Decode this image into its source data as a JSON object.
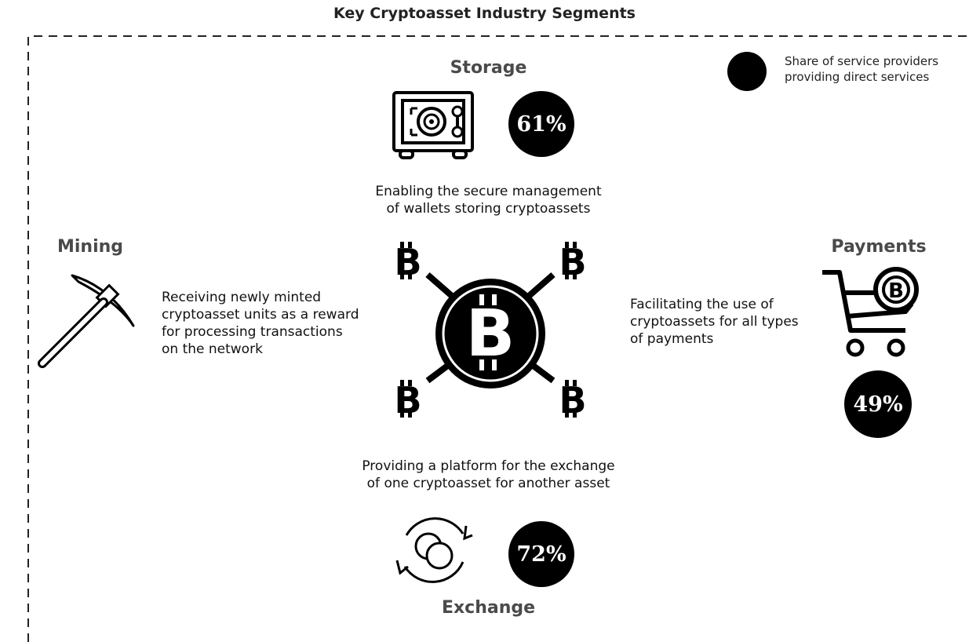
{
  "title": "Key Cryptoasset Industry Segments",
  "legend": {
    "label": "Share of service providers providing direct services",
    "color": "#000000"
  },
  "segments": {
    "storage": {
      "name": "Storage",
      "description_lines": [
        "Enabling the secure management",
        "of wallets storing cryptoassets"
      ],
      "share": "61%",
      "icon": "safe-icon"
    },
    "mining": {
      "name": "Mining",
      "description_lines": [
        "Receiving newly minted",
        "cryptoasset units as a reward",
        "for processing transactions",
        "on the network"
      ],
      "icon": "pickaxe-icon"
    },
    "payments": {
      "name": "Payments",
      "description_lines": [
        "Facilitating the use of",
        "cryptoassets for all types",
        "of payments"
      ],
      "share": "49%",
      "icon": "shopping-cart-icon"
    },
    "exchange": {
      "name": "Exchange",
      "description_lines": [
        "Providing a platform for the exchange",
        "of one cryptoasset for another asset"
      ],
      "share": "72%",
      "icon": "exchange-icon"
    }
  },
  "center": {
    "symbol": "B",
    "icon": "bitcoin-network-icon"
  }
}
